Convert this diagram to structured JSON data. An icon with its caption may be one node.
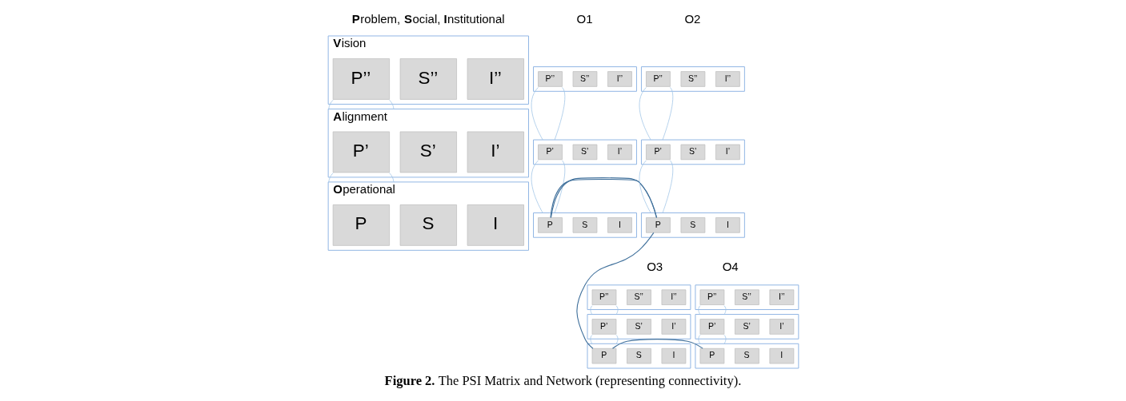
{
  "diagram": {
    "caption": "**Figure 2.** The PSI Matrix and Network (representing connectivity).",
    "nodes": [
      {
        "text": [],
        "shape": "box",
        "beside": [
          "**V**ision"
        ]
      },
      {
        "text": [
          "P’’"
        ],
        "in": 0
      },
      {
        "text": [
          "S’’"
        ],
        "in": 0
      },
      {
        "text": [
          "I’’"
        ],
        "in": 0
      },
      {
        "text": [],
        "shape": "box",
        "beside": [
          "**A**lignment"
        ]
      },
      {
        "text": [
          "P’"
        ],
        "in": 4
      },
      {
        "text": [
          "S’"
        ],
        "in": 4
      },
      {
        "text": [
          "I’"
        ],
        "in": 4
      },
      {
        "text": [],
        "shape": "box",
        "beside": [
          "**O**perational"
        ]
      },
      {
        "text": [
          "P"
        ],
        "in": 8
      },
      {
        "text": [
          "S"
        ],
        "in": 8
      },
      {
        "text": [
          "I"
        ],
        "in": 8
      },
      {
        "text": [
          "O1"
        ]
      },
      {
        "text": [],
        "shape": "box"
      },
      {
        "text": [
          "P’’"
        ],
        "in": 13
      },
      {
        "text": [
          "S’’"
        ],
        "in": 13
      },
      {
        "text": [
          "I’’"
        ],
        "in": 13
      },
      {
        "text": [],
        "shape": "box"
      },
      {
        "text": [
          "P’"
        ],
        "in": 17
      },
      {
        "text": [
          "S’"
        ],
        "in": 17
      },
      {
        "text": [
          "I’"
        ],
        "in": 17
      },
      {
        "text": [],
        "shape": "box"
      },
      {
        "text": [
          "P"
        ],
        "in": 21
      },
      {
        "text": [
          "S"
        ],
        "in": 21
      },
      {
        "text": [
          "I"
        ],
        "in": 21
      },
      {
        "text": [
          "O2"
        ]
      },
      {
        "text": [],
        "shape": "box"
      },
      {
        "text": [
          "P’’"
        ],
        "in": 26
      },
      {
        "text": [
          "S’’"
        ],
        "in": 26
      },
      {
        "text": [
          "I’’"
        ],
        "in": 26
      },
      {
        "text": [],
        "shape": "box"
      },
      {
        "text": [
          "P’"
        ],
        "in": 30
      },
      {
        "text": [
          "S’"
        ],
        "in": 30
      },
      {
        "text": [
          "I’"
        ],
        "in": 30
      },
      {
        "text": [],
        "shape": "box"
      },
      {
        "text": [
          "P"
        ],
        "in": 34
      },
      {
        "text": [
          "S"
        ],
        "in": 34
      },
      {
        "text": [
          "I"
        ],
        "in": 34
      },
      {
        "text": [
          "O3"
        ]
      },
      {
        "text": [],
        "shape": "box"
      },
      {
        "text": [
          "P’’"
        ],
        "in": 39
      },
      {
        "text": [
          "S’’"
        ],
        "in": 39
      },
      {
        "text": [
          "I’’"
        ],
        "in": 39
      },
      {
        "text": [],
        "shape": "box"
      },
      {
        "text": [
          "P’"
        ],
        "in": 43
      },
      {
        "text": [
          "S’"
        ],
        "in": 43
      },
      {
        "text": [
          "I’"
        ],
        "in": 43
      },
      {
        "text": [],
        "shape": "box"
      },
      {
        "text": [
          "P"
        ],
        "in": 47
      },
      {
        "text": [
          "S"
        ],
        "in": 47
      },
      {
        "text": [
          "I"
        ],
        "in": 47
      },
      {
        "text": [
          "O4"
        ]
      },
      {
        "text": [],
        "shape": "box"
      },
      {
        "text": [
          "P’’"
        ],
        "in": 52
      },
      {
        "text": [
          "S’’"
        ],
        "in": 52
      },
      {
        "text": [
          "I’’"
        ],
        "in": 52
      },
      {
        "text": [],
        "shape": "box"
      },
      {
        "text": [
          "P’"
        ],
        "in": 56
      },
      {
        "text": [
          "S’"
        ],
        "in": 56
      },
      {
        "text": [
          "I’"
        ],
        "in": 56
      },
      {
        "text": [],
        "shape": "box"
      },
      {
        "text": [
          "P"
        ],
        "in": 60
      },
      {
        "text": [
          "S"
        ],
        "in": 60
      },
      {
        "text": [
          "I"
        ],
        "in": 60
      }
    ],
    "edges": [
      {
        "from": 1,
        "to": 4,
        "arrow": "none"
      },
      {
        "from": 1,
        "to": 4,
        "arrow": "none"
      },
      {
        "from": 5,
        "to": 8,
        "arrow": "none"
      },
      {
        "from": 5,
        "to": 8,
        "arrow": "none"
      },
      {
        "from": 14,
        "to": 17,
        "arrow": "none"
      },
      {
        "from": 14,
        "to": 17,
        "arrow": "none"
      },
      {
        "from": 18,
        "to": 21,
        "arrow": "none"
      },
      {
        "from": 18,
        "to": 21,
        "arrow": "none"
      },
      {
        "from": 27,
        "to": 30,
        "arrow": "none"
      },
      {
        "from": 27,
        "to": 30,
        "arrow": "none"
      },
      {
        "from": 31,
        "to": 34,
        "arrow": "none"
      },
      {
        "from": 31,
        "to": 34,
        "arrow": "none"
      },
      {
        "from": 40,
        "to": 43,
        "arrow": "none"
      },
      {
        "from": 40,
        "to": 43,
        "arrow": "none"
      },
      {
        "from": 44,
        "to": 47,
        "arrow": "none"
      },
      {
        "from": 44,
        "to": 47,
        "arrow": "none"
      },
      {
        "from": 53,
        "to": 56,
        "arrow": "none"
      },
      {
        "from": 53,
        "to": 56,
        "arrow": "none"
      },
      {
        "from": 57,
        "to": 60,
        "arrow": "none"
      },
      {
        "from": 57,
        "to": 60,
        "arrow": "none"
      },
      {
        "from": 22,
        "to": 35,
        "arrow": "none",
        "color": "#41719c"
      },
      {
        "from": 35,
        "to": 48,
        "arrow": "none",
        "color": "#41719c"
      },
      {
        "from": 48,
        "to": 61,
        "arrow": "none",
        "color": "#41719c"
      }
    ],
    "labels": [
      "**P**roblem, **S**ocial, **I**nstitutional"
    ]
  }
}
